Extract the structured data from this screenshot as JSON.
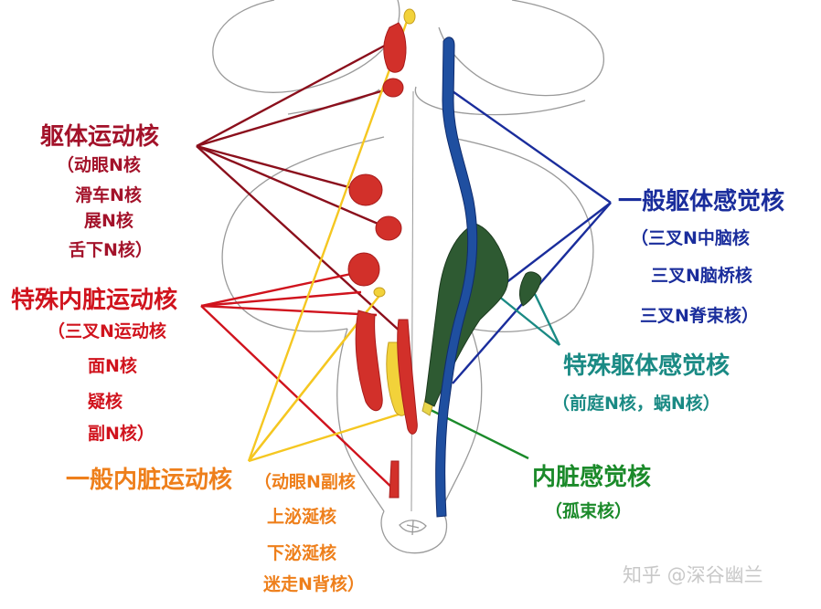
{
  "colors": {
    "somatic_motor": "#a3122a",
    "special_visceral_motor": "#d0131d",
    "general_visceral_motor": "#ee7f1b",
    "general_somatic_sensory": "#1a2d9c",
    "special_somatic_sensory": "#1a8a84",
    "visceral_sensory": "#1b8a2a",
    "watermark": "#c8c8c8",
    "nucleus_red": "#d2302a",
    "nucleus_yellow": "#f2d23a",
    "nucleus_blue": "#1f4fa0",
    "nucleus_green": "#2e5a32"
  },
  "labels": {
    "somatic_motor": {
      "title": "躯体运动核",
      "items": [
        "（动眼N核",
        "滑车N核",
        "展N核",
        "舌下N核）"
      ]
    },
    "special_visceral_motor": {
      "title": "特殊内脏运动核",
      "items": [
        "（三叉N运动核",
        "面N核",
        "疑核",
        "副N核）"
      ]
    },
    "general_visceral_motor": {
      "title": "一般内脏运动核",
      "items": [
        "（动眼N副核",
        "上泌涎核",
        "下泌涎核",
        "迷走N背核）"
      ]
    },
    "general_somatic_sensory": {
      "title": "一般躯体感觉核",
      "items": [
        "（三叉N中脑核",
        "三叉N脑桥核",
        "三叉N脊束核）"
      ]
    },
    "special_somatic_sensory": {
      "title": "特殊躯体感觉核",
      "items": [
        "（前庭N核，蜗N核）"
      ]
    },
    "visceral_sensory": {
      "title": "内脏感觉核",
      "items": [
        "（孤束核）"
      ]
    }
  },
  "watermark": "知乎 @深谷幽兰"
}
